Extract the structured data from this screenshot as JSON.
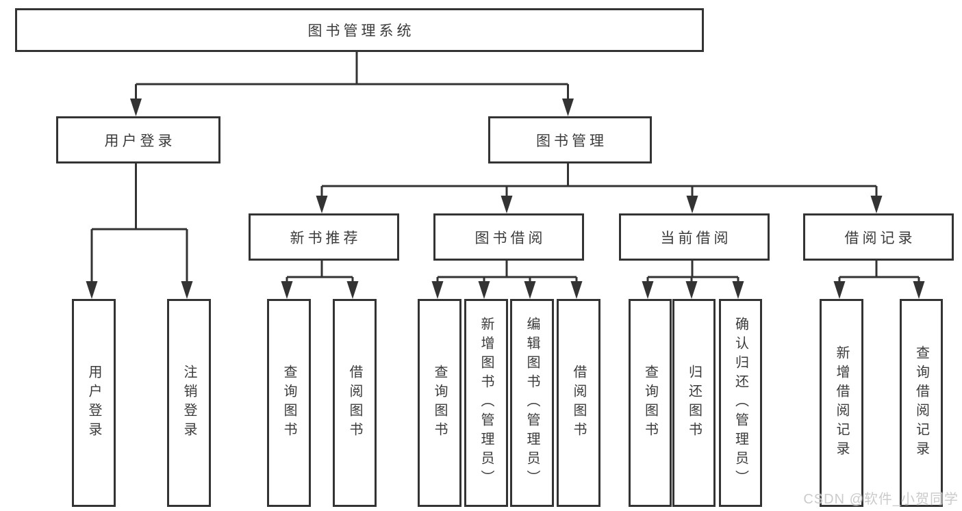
{
  "diagram_type": "hierarchy-tree",
  "colors": {
    "line": "#333333",
    "box_border": "#333333",
    "box_fill": "#ffffff",
    "text": "#3b3b3b",
    "watermark": "#c7c7c7"
  },
  "watermark": "CSDN @软件_小贺同学",
  "tree": {
    "label": "图书管理系统",
    "children": [
      {
        "label": "用户登录",
        "children": [
          {
            "label": "用户登录"
          },
          {
            "label": "注销登录"
          }
        ]
      },
      {
        "label": "图书管理",
        "children": [
          {
            "label": "新书推荐",
            "children": [
              {
                "label": "查询图书"
              },
              {
                "label": "借阅图书"
              }
            ]
          },
          {
            "label": "图书借阅",
            "children": [
              {
                "label": "查询图书"
              },
              {
                "label": "新增图书（管理员）"
              },
              {
                "label": "编辑图书（管理员）"
              },
              {
                "label": "借阅图书"
              }
            ]
          },
          {
            "label": "当前借阅",
            "children": [
              {
                "label": "查询图书"
              },
              {
                "label": "归还图书"
              },
              {
                "label": "确认归还（管理员）"
              }
            ]
          },
          {
            "label": "借阅记录",
            "children": [
              {
                "label": "新增借阅记录"
              },
              {
                "label": "查询借阅记录"
              }
            ]
          }
        ]
      }
    ]
  }
}
